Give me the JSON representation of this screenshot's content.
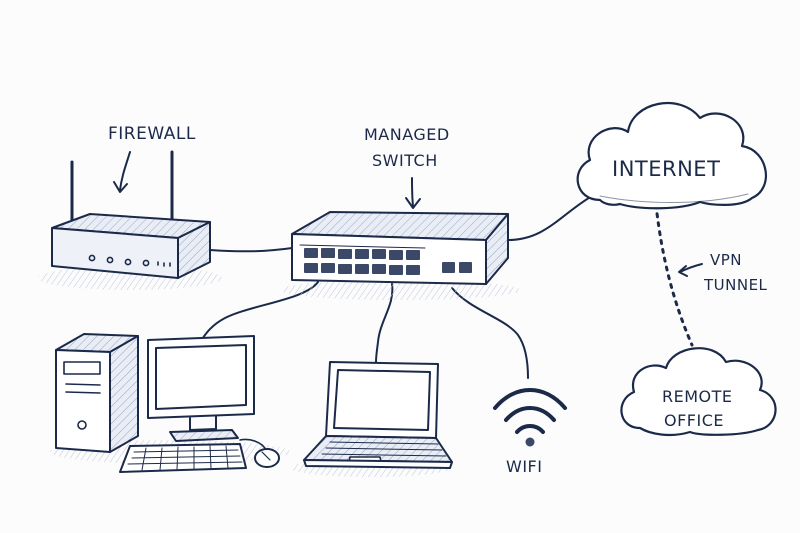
{
  "diagram": {
    "labels": {
      "firewall": "FIREWALL",
      "managed_switch_line1": "MANAGED",
      "managed_switch_line2": "SWITCH",
      "internet": "INTERNET",
      "vpn_line1": "VPN",
      "vpn_line2": "TUNNEL",
      "remote_line1": "REMOTE",
      "remote_line2": "OFFICE",
      "wifi": "WIFI"
    },
    "colors": {
      "ink": "#1c2a4a",
      "paper": "#fcfcfd"
    }
  }
}
